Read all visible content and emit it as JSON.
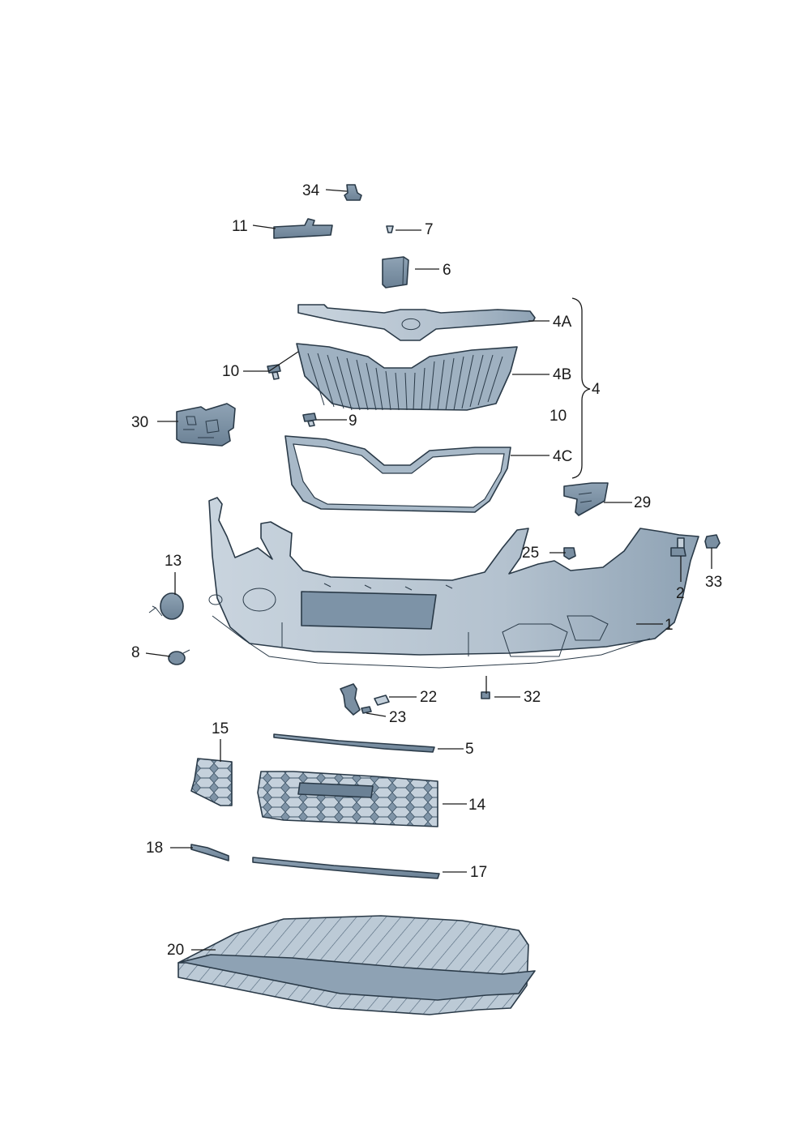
{
  "diagram": {
    "colors": {
      "part_fill": "#b9c6d2",
      "part_shade": "#95a7b7",
      "part_dark": "#6f8598",
      "outline": "#2a3a48",
      "text": "#1a1a1a"
    },
    "callouts": [
      {
        "id": "1",
        "text": "1"
      },
      {
        "id": "2",
        "text": "2"
      },
      {
        "id": "4",
        "text": "4"
      },
      {
        "id": "4A",
        "text": "4A"
      },
      {
        "id": "4B",
        "text": "4B"
      },
      {
        "id": "4C",
        "text": "4C"
      },
      {
        "id": "5",
        "text": "5"
      },
      {
        "id": "6",
        "text": "6"
      },
      {
        "id": "7",
        "text": "7"
      },
      {
        "id": "8",
        "text": "8"
      },
      {
        "id": "9",
        "text": "9"
      },
      {
        "id": "10a",
        "text": "10"
      },
      {
        "id": "10b",
        "text": "10"
      },
      {
        "id": "11",
        "text": "11"
      },
      {
        "id": "13",
        "text": "13"
      },
      {
        "id": "14",
        "text": "14"
      },
      {
        "id": "15",
        "text": "15"
      },
      {
        "id": "17",
        "text": "17"
      },
      {
        "id": "18",
        "text": "18"
      },
      {
        "id": "20",
        "text": "20"
      },
      {
        "id": "22",
        "text": "22"
      },
      {
        "id": "23",
        "text": "23"
      },
      {
        "id": "25",
        "text": "25"
      },
      {
        "id": "29",
        "text": "29"
      },
      {
        "id": "30",
        "text": "30"
      },
      {
        "id": "32",
        "text": "32"
      },
      {
        "id": "33",
        "text": "33"
      },
      {
        "id": "34",
        "text": "34"
      }
    ]
  }
}
